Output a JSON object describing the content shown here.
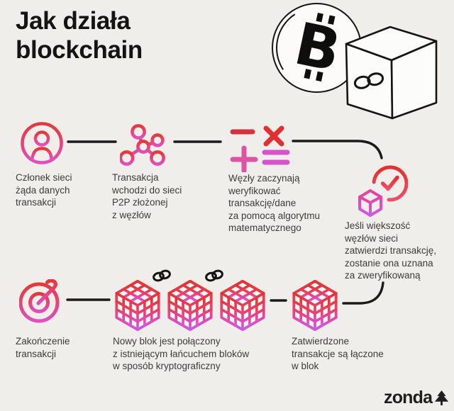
{
  "title": {
    "text": "Jak działa\nblockchain"
  },
  "hero": {
    "coin_letter": "B",
    "icons": [
      "bitcoin-coin-icon",
      "linked-cube-icon"
    ]
  },
  "steps": [
    {
      "icon": "user-circle-icon",
      "caption": "Członek sieci\nżąda danych\ntransakcji"
    },
    {
      "icon": "network-nodes-icon",
      "caption": "Transakcja\nwchodzi do sieci\nP2P złożonej\nz węzłów"
    },
    {
      "icon": "math-operators-icon",
      "caption": "Węzły zaczynają\nweryfikować\ntransakcję/dane\nza pomocą algorytmu\nmatematycznego"
    },
    {
      "icon": "cube-check-icon",
      "caption": "Jeśli większość\nwęzłów sieci\nzatwierdzi transakcję,\nzostanie ona uznana\nza zweryfikowaną"
    },
    {
      "icon": "block-cube-icon",
      "caption": "Zatwierdzone\ntransakcje są łączone\nw blok"
    },
    {
      "icon": "block-chain-cubes-icon",
      "caption": "Nowy blok jest połączony\nz istniejącym łańcuchem bloków\nw sposób kryptograficzny"
    },
    {
      "icon": "target-icon",
      "caption": "Zakończenie\ntransakcji"
    }
  ],
  "logo": {
    "text": "zonda",
    "icon": "zonda-tree-icon"
  },
  "colors": {
    "background": "#efeeea",
    "line": "#1a1a1a",
    "text": "#3c3c3c",
    "title": "#141414",
    "gradient_red": "#e63230",
    "gradient_pink": "#e04ab4",
    "gradient_purple": "#cf58e4",
    "math_minus": "#d6323e",
    "math_times": "#e22f31",
    "math_plus": "#dd54a2",
    "math_equals": "#d653cb"
  }
}
